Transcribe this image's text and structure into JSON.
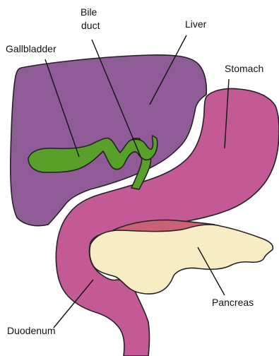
{
  "labels": {
    "bile_line1": "Bile",
    "bile_line2": "duct",
    "liver": "Liver",
    "gallbladder": "Gallbladder",
    "stomach": "Stomach",
    "pancreas": "Pancreas",
    "duodenum": "Duodenum"
  },
  "colors": {
    "liver": "#8f5c98",
    "stomach_duodenum": "#c35a96",
    "gallbladder_bile": "#58a02a",
    "pancreas": "#f8ecc4",
    "pancreas_overlap": "#c96374",
    "outline": "#222222"
  }
}
